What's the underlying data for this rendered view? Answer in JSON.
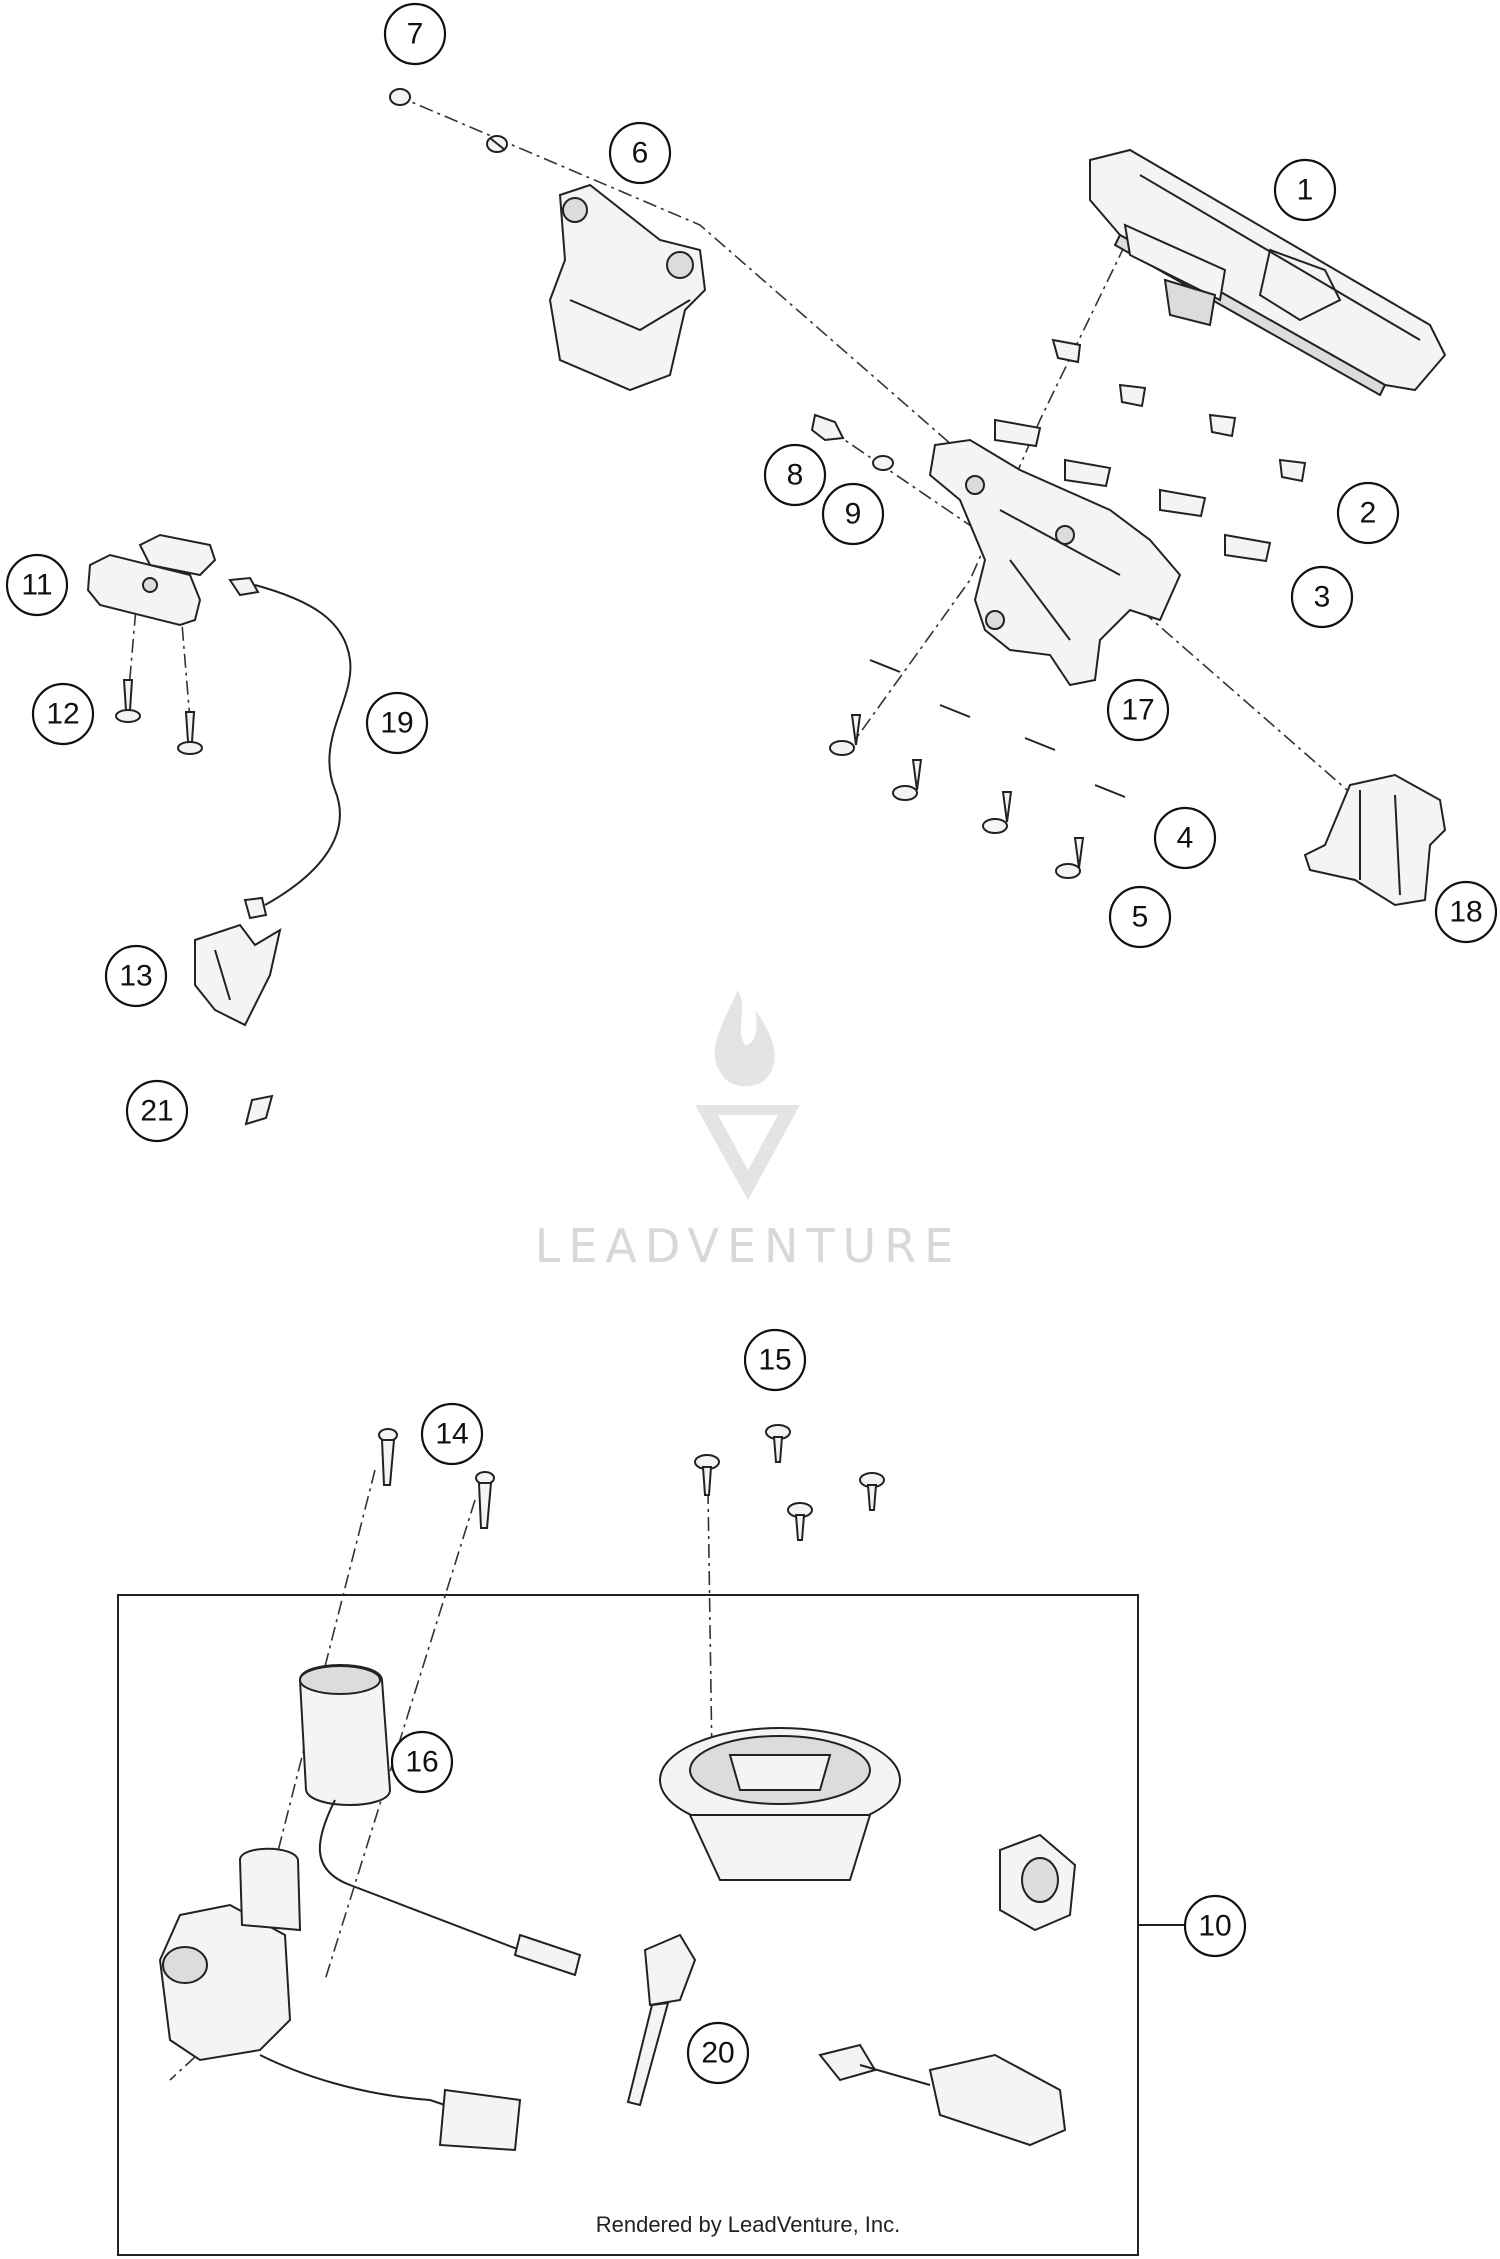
{
  "callouts": {
    "c1": "1",
    "c2": "2",
    "c3": "3",
    "c4": "4",
    "c5": "5",
    "c6": "6",
    "c7": "7",
    "c8": "8",
    "c9": "9",
    "c10": "10",
    "c11": "11",
    "c12": "12",
    "c13": "13",
    "c14": "14",
    "c15": "15",
    "c16": "16",
    "c17": "17",
    "c18": "18",
    "c19": "19",
    "c20": "20",
    "c21": "21"
  },
  "watermark": {
    "text": "LEADVENTURE",
    "icon": "leadventure-flame-logo"
  },
  "footer": {
    "text": "Rendered by LeadVenture, Inc."
  },
  "colors": {
    "ink": "#111111",
    "watermark": "#d8d8d8",
    "background": "#ffffff"
  }
}
